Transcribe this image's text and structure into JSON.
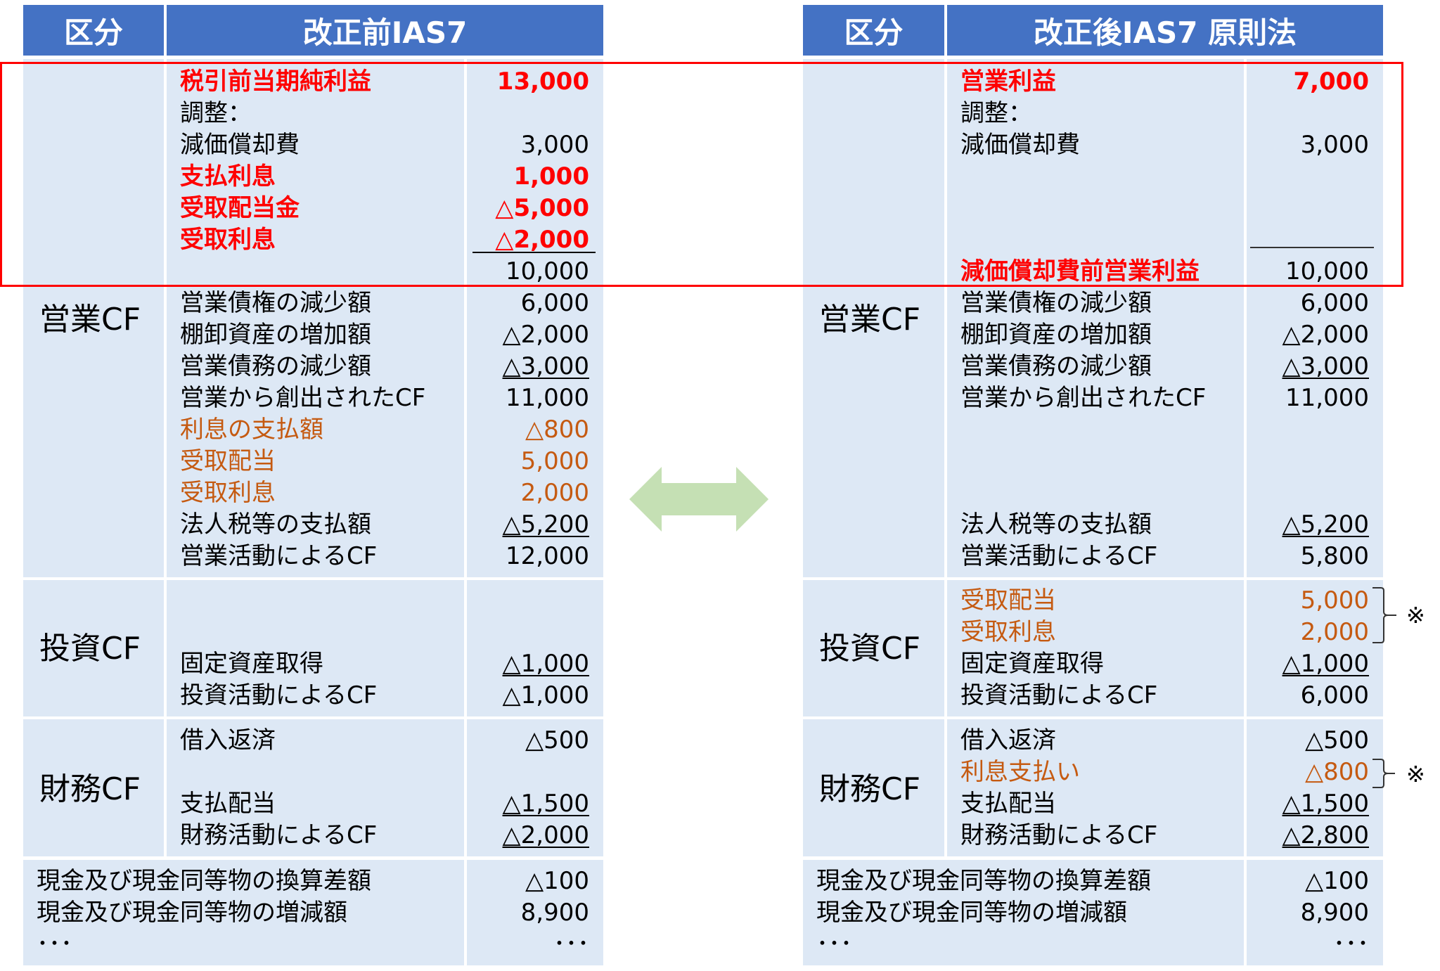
{
  "left": {
    "header": {
      "col1": "区分",
      "col2": "改正前IAS7"
    },
    "adjustment_block": [
      {
        "label": "税引前当期純利益",
        "value": "13,000",
        "style": "red"
      },
      {
        "label": "調整：",
        "value": "",
        "style": "normal"
      },
      {
        "label": "減価償却費",
        "value": "3,000",
        "style": "normal"
      },
      {
        "label": "支払利息",
        "value": "1,000",
        "style": "red"
      },
      {
        "label": "受取配当金",
        "value": "△5,000",
        "style": "red"
      },
      {
        "label": "受取利息",
        "value": "△2,000",
        "style": "red"
      },
      {
        "label": "",
        "value": "10,000",
        "style": "normal"
      }
    ],
    "operating": {
      "section": "営業CF",
      "rows": [
        {
          "label": "営業債権の減少額",
          "value": "6,000"
        },
        {
          "label": "棚卸資産の増加額",
          "value": "△2,000"
        },
        {
          "label": "営業債務の減少額",
          "value": "△3,000"
        },
        {
          "label": "営業から創出されたCF",
          "value": "11,000"
        },
        {
          "label": "利息の支払額",
          "value": "△800"
        },
        {
          "label": "受取配当",
          "value": "5,000"
        },
        {
          "label": "受取利息",
          "value": "2,000"
        },
        {
          "label": "法人税等の支払額",
          "value": "△5,200"
        },
        {
          "label": "営業活動によるCF",
          "value": "12,000"
        }
      ]
    },
    "investing": {
      "section": "投資CF",
      "rows": [
        {
          "label": "固定資産取得",
          "value": "△1,000"
        },
        {
          "label": "投資活動によるCF",
          "value": "△1,000"
        }
      ]
    },
    "financing": {
      "section": "財務CF",
      "rows": [
        {
          "label": "借入返済",
          "value": "△500"
        },
        {
          "label": "支払配当",
          "value": "△1,500"
        },
        {
          "label": "財務活動によるCF",
          "value": "△2,000"
        }
      ]
    },
    "bottom": [
      {
        "label": "現金及び現金同等物の換算差額",
        "value": "△100"
      },
      {
        "label": "現金及び現金同等物の増減額",
        "value": "8,900"
      },
      {
        "label": "･･･",
        "value": "･･･"
      }
    ]
  },
  "right": {
    "header": {
      "col1": "区分",
      "col2": "改正後IAS7 原則法"
    },
    "adjustment_block": [
      {
        "label": "営業利益",
        "value": "7,000",
        "style": "red"
      },
      {
        "label": "調整：",
        "value": "",
        "style": "normal"
      },
      {
        "label": "減価償却費",
        "value": "3,000",
        "style": "normal"
      },
      {
        "label": "減価償却費前営業利益",
        "value": "10,000",
        "style": "red-label"
      }
    ],
    "operating": {
      "section": "営業CF",
      "rows": [
        {
          "label": "営業債権の減少額",
          "value": "6,000"
        },
        {
          "label": "棚卸資産の増加額",
          "value": "△2,000"
        },
        {
          "label": "営業債務の減少額",
          "value": "△3,000"
        },
        {
          "label": "営業から創出されたCF",
          "value": "11,000"
        },
        {
          "label": "法人税等の支払額",
          "value": "△5,200"
        },
        {
          "label": "営業活動によるCF",
          "value": "5,800"
        }
      ]
    },
    "investing": {
      "section": "投資CF",
      "rows": [
        {
          "label": "受取配当",
          "value": "5,000"
        },
        {
          "label": "受取利息",
          "value": "2,000"
        },
        {
          "label": "固定資産取得",
          "value": "△1,000"
        },
        {
          "label": "投資活動によるCF",
          "value": "6,000"
        }
      ]
    },
    "financing": {
      "section": "財務CF",
      "rows": [
        {
          "label": "借入返済",
          "value": "△500"
        },
        {
          "label": "利息支払い",
          "value": "△800"
        },
        {
          "label": "支払配当",
          "value": "△1,500"
        },
        {
          "label": "財務活動によるCF",
          "value": "△2,800"
        }
      ]
    },
    "bottom": [
      {
        "label": "現金及び現金同等物の換算差額",
        "value": "△100"
      },
      {
        "label": "現金及び現金同等物の増減額",
        "value": "8,900"
      },
      {
        "label": "･･･",
        "value": "･･･"
      }
    ],
    "notes": {
      "investing_mark": "※",
      "financing_mark": "※"
    }
  },
  "colors": {
    "header_blue": "#4472c4",
    "cell_bg": "#dde8f5",
    "highlight_red": "#ff0000",
    "moved_item_orange": "#c55a11",
    "arrow_green": "#c5e0b4"
  },
  "arrow": {
    "icon": "double-arrow-icon"
  }
}
